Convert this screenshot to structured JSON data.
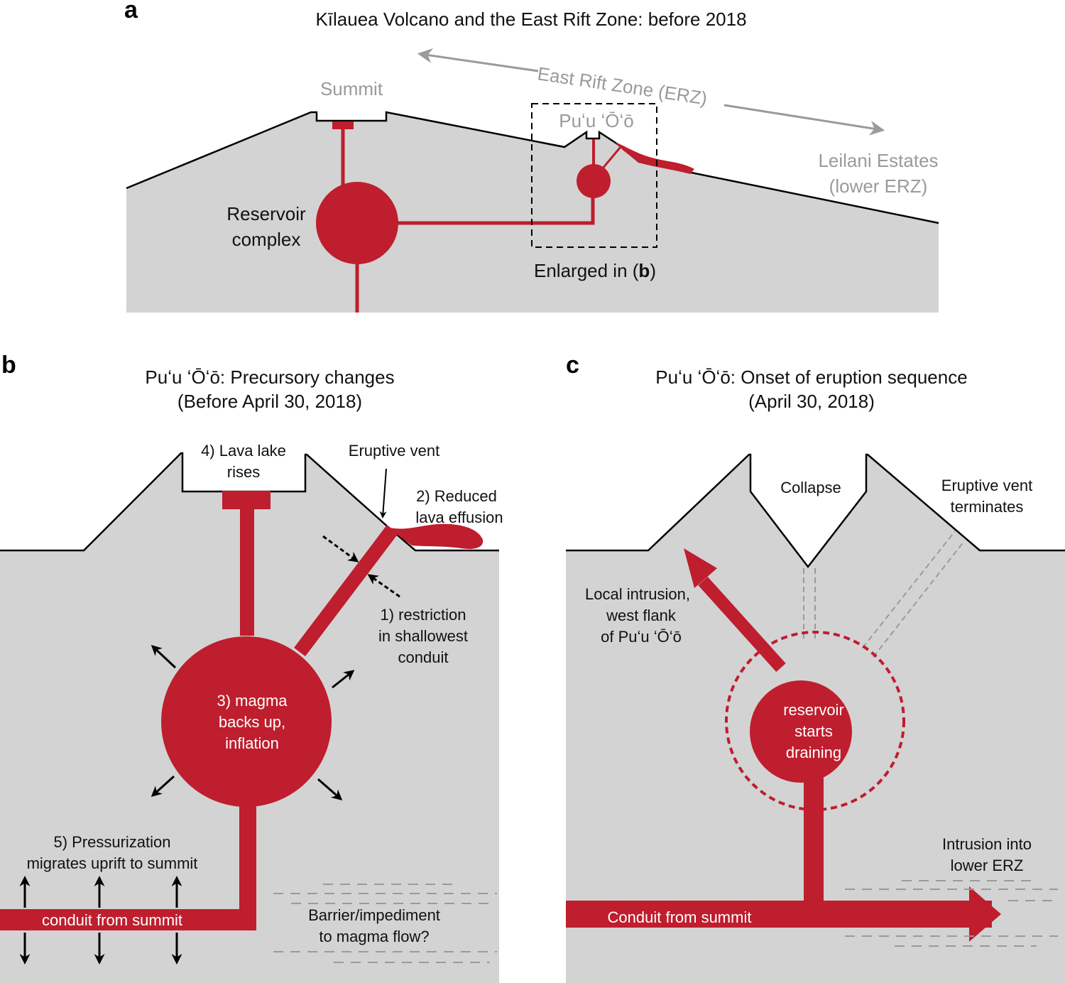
{
  "colors": {
    "magma": "#be1e2d",
    "ground": "#d3d3d3",
    "outline": "#000000",
    "muted": "#9a9a9a"
  },
  "panel_a": {
    "letter": "a",
    "title": "Kīlauea Volcano and the East Rift Zone: before 2018",
    "summit": "Summit",
    "erz": "East Rift Zone (ERZ)",
    "puu_oo": "Puʻu ʻŌʻō",
    "leilani_1": "Leilani Estates",
    "leilani_2": "(lower ERZ)",
    "reservoir_1": "Reservoir",
    "reservoir_2": "complex",
    "enlarged_pre": "Enlarged in (",
    "enlarged_b": "b",
    "enlarged_post": ")"
  },
  "panel_b": {
    "letter": "b",
    "title_1": "Puʻu ʻŌʻō: Precursory changes",
    "title_2": "(Before April 30, 2018)",
    "lava_lake_1": "4) Lava lake",
    "lava_lake_2": "rises",
    "eruptive_vent": "Eruptive vent",
    "reduced_1": "2) Reduced",
    "reduced_2": "lava effusion",
    "restriction_1": "1) restriction",
    "restriction_2": "in shallowest",
    "restriction_3": "conduit",
    "magma_1": "3) magma",
    "magma_2": "backs up,",
    "magma_3": "inflation",
    "press_1": "5) Pressurization",
    "press_2": "migrates uprift to summit",
    "conduit": "conduit from summit",
    "barrier_1": "Barrier/impediment",
    "barrier_2": "to magma flow?"
  },
  "panel_c": {
    "letter": "c",
    "title_1": "Puʻu ʻŌʻō: Onset of eruption sequence",
    "title_2": "(April 30, 2018)",
    "collapse": "Collapse",
    "vent_term_1": "Eruptive vent",
    "vent_term_2": "terminates",
    "local_1": "Local intrusion,",
    "local_2": "west flank",
    "local_3": "of Puʻu ʻŌʻō",
    "reservoir_1": "reservoir",
    "reservoir_2": "starts",
    "reservoir_3": "draining",
    "intrusion_1": "Intrusion into",
    "intrusion_2": "lower ERZ",
    "conduit": "Conduit from summit"
  }
}
